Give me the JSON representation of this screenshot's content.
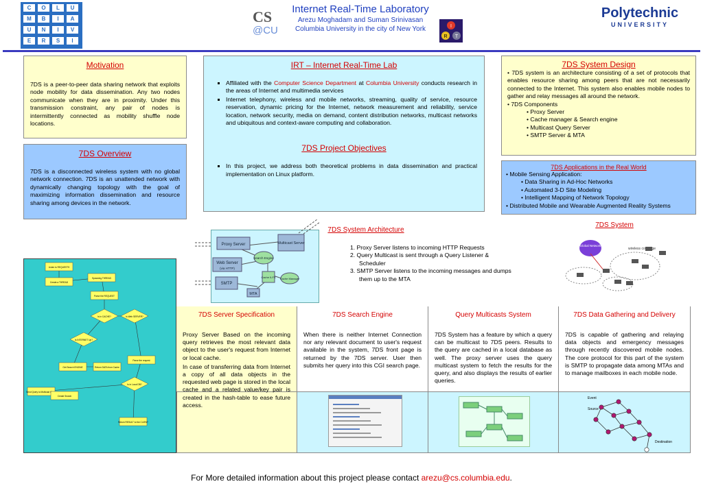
{
  "header": {
    "title": "Internet Real-Time Laboratory",
    "authors": "Arezu Moghadam and Suman Srinivasan",
    "affiliation": "Columbia University in the city of New York",
    "csatcu_logo_top": "CS",
    "csatcu_logo_bottom": "@CU",
    "polytechnic_name": "Polytechnic",
    "polytechnic_sub": "UNIVERSITY",
    "irt_logo_letters": [
      "I",
      "R",
      "T"
    ],
    "columbia_logo_rows": [
      [
        "C",
        "O",
        "L",
        "U"
      ],
      [
        "M",
        "B",
        "I",
        "A"
      ],
      [
        "U",
        "N",
        "I",
        "V"
      ],
      [
        "E",
        "R",
        "S",
        "I"
      ]
    ]
  },
  "motivation": {
    "title": "Motivation",
    "text": "7DS is a peer-to-peer data sharing network that exploits node mobility for data dissemination. Any two nodes communicate when they are in proximity. Under this transmission constraint, any pair of nodes is intermittently connected as mobility shuffle node locations."
  },
  "overview": {
    "title": "7DS Overview",
    "text": "7DS is a disconnected wireless system with no global network connection. 7DS is an unattended network with dynamically changing topology with the goal of maximizing information dissemination and resource sharing among devices in the network."
  },
  "irt": {
    "title": "IRT – Internet Real-Time Lab",
    "bullet1_pre": "Affiliated with the ",
    "bullet1_link1": "Computer Science Department",
    "bullet1_mid": " at ",
    "bullet1_link2": "Columbia University",
    "bullet1_post": " conducts research in the areas of Internet and multimedia services",
    "bullet2": "Internet telephony, wireless and mobile networks, streaming, quality of service, resource reservation, dynamic pricing for the Internet, network measurement and reliability, service location, network security, media on demand, content distribution networks, multicast networks and ubiquitous and context-aware computing and collaboration."
  },
  "objectives": {
    "title": "7DS Project Objectives",
    "bullet": "In this project, we address both theoretical problems in data dissemination and practical implementation on Linux platform."
  },
  "design": {
    "title": "7DS System Design",
    "bullet1": "• 7DS system is an architecture consisting of a set of protocols that enables resource sharing among peers that are not necessarily connected to the Internet. This system also enables mobile nodes to gather and relay messages all around the network.",
    "bullet2": "• 7DS Components",
    "components": [
      "• Proxy Server",
      "• Cache manager & Search engine",
      "• Multicast Query Server",
      "• SMTP Server & MTA"
    ]
  },
  "applications": {
    "title": "7DS Applications in the Real World",
    "bullet1": "• Mobile Sensing Application:",
    "sub": [
      "• Data Sharing in Ad-Hoc Networks",
      "• Automated 3-D Site Modeling",
      "• Intelligent Mapping of Network Topology"
    ],
    "bullet2": "• Distributed Mobile and Wearable Augmented Reality Systems"
  },
  "architecture": {
    "title": "7DS System Architecture",
    "steps": [
      "1. Proxy Server listens to incoming HTTP Requests",
      "2. Query Multicast is sent through a Query Listener & Scheduler",
      "3. SMTP Server listens to the incoming messages and dumps them up to the MTA"
    ],
    "diagram": {
      "proxy": "Proxy Server",
      "multicast": "Multicast Server",
      "search": "Search Engine",
      "web": "Web Server",
      "web_sub": "(via HTTP)",
      "cache": "Cache ILFS",
      "cache_manager": "Cache Manager",
      "smtp": "SMTP",
      "mta": "MTA"
    }
  },
  "system": {
    "title": "7DS System",
    "global_network": "Global Network",
    "wireless_coverage": "wireless coverage"
  },
  "columns": [
    {
      "title": "7DS Server Specification",
      "paragraphs": [
        "Proxy Server Based on the incoming query retrieves the most relevant data object to the user's request from Internet or local cache.",
        "In case of transferring data from Internet a copy of all data objects in the requested web page is stored in the local cache and a related value/key pair is created in the hash-table to ease future access."
      ]
    },
    {
      "title": "7DS Search Engine",
      "paragraphs": [
        "When there is neither Internet Connection nor any relevant document to user's request available in the system, 7DS front page is returned by the 7DS server. User then submits her query into this CGI search page."
      ]
    },
    {
      "title": "Query Multicasts System",
      "paragraphs": [
        "7DS System has a feature by which a query can be multicast to 7DS peers. Results to the query are cached in a local database as well. The proxy server uses the query multicast system to fetch the results  for the query, and also displays the results of earlier queries."
      ]
    },
    {
      "title": "7DS Data Gathering and Delivery",
      "paragraphs": [
        "7DS is capable of gathering and relaying data objects and emergency messages through recently discovered mobile nodes. The core protocol for this part of the system is SMTP to propagate data among MTAs and to manage mailboxes in each mobile node."
      ]
    }
  ],
  "graph": {
    "event": "Event",
    "source": "Source",
    "destination": "Destination"
  },
  "flowchart": {
    "nodes": [
      "Listen to REQUESTS",
      "Create a THREAD",
      "Spawning THREAD",
      "Parse the REQUEST",
      "Is in CACHE?",
      "Is INTERNET Up?",
      "Is Web SERVER?",
      "Get Search ENGINE",
      "Parse the request",
      "Is in Local DB?",
      "Send Query to Multicast Group",
      "Create Search",
      "Return DATA from Cache",
      "Return RESULT to the CLIENT"
    ]
  },
  "footer": {
    "text": "For More detailed information about this project please contact ",
    "email": "arezu@cs.columbia.edu",
    "end": "."
  },
  "colors": {
    "accent_red": "#d40000",
    "rule_blue": "#3a3abf",
    "panel_yellow": "#ffffcc",
    "panel_blue": "#9cc9ff",
    "panel_cyan": "#ccf5ff",
    "columbia_blue": "#1f5aa6",
    "poly_blue": "#1b3a94"
  }
}
